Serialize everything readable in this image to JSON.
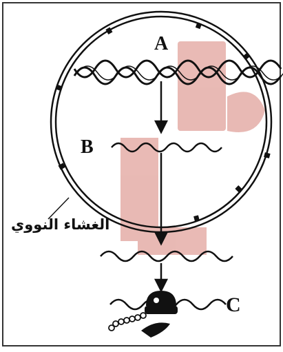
{
  "labels": {
    "a": "A",
    "b": "B",
    "c": "C",
    "membrane": "الغشاء النووي"
  },
  "colors": {
    "ink": "#111111",
    "frame": "#333333",
    "watermark": "#c0392b"
  }
}
